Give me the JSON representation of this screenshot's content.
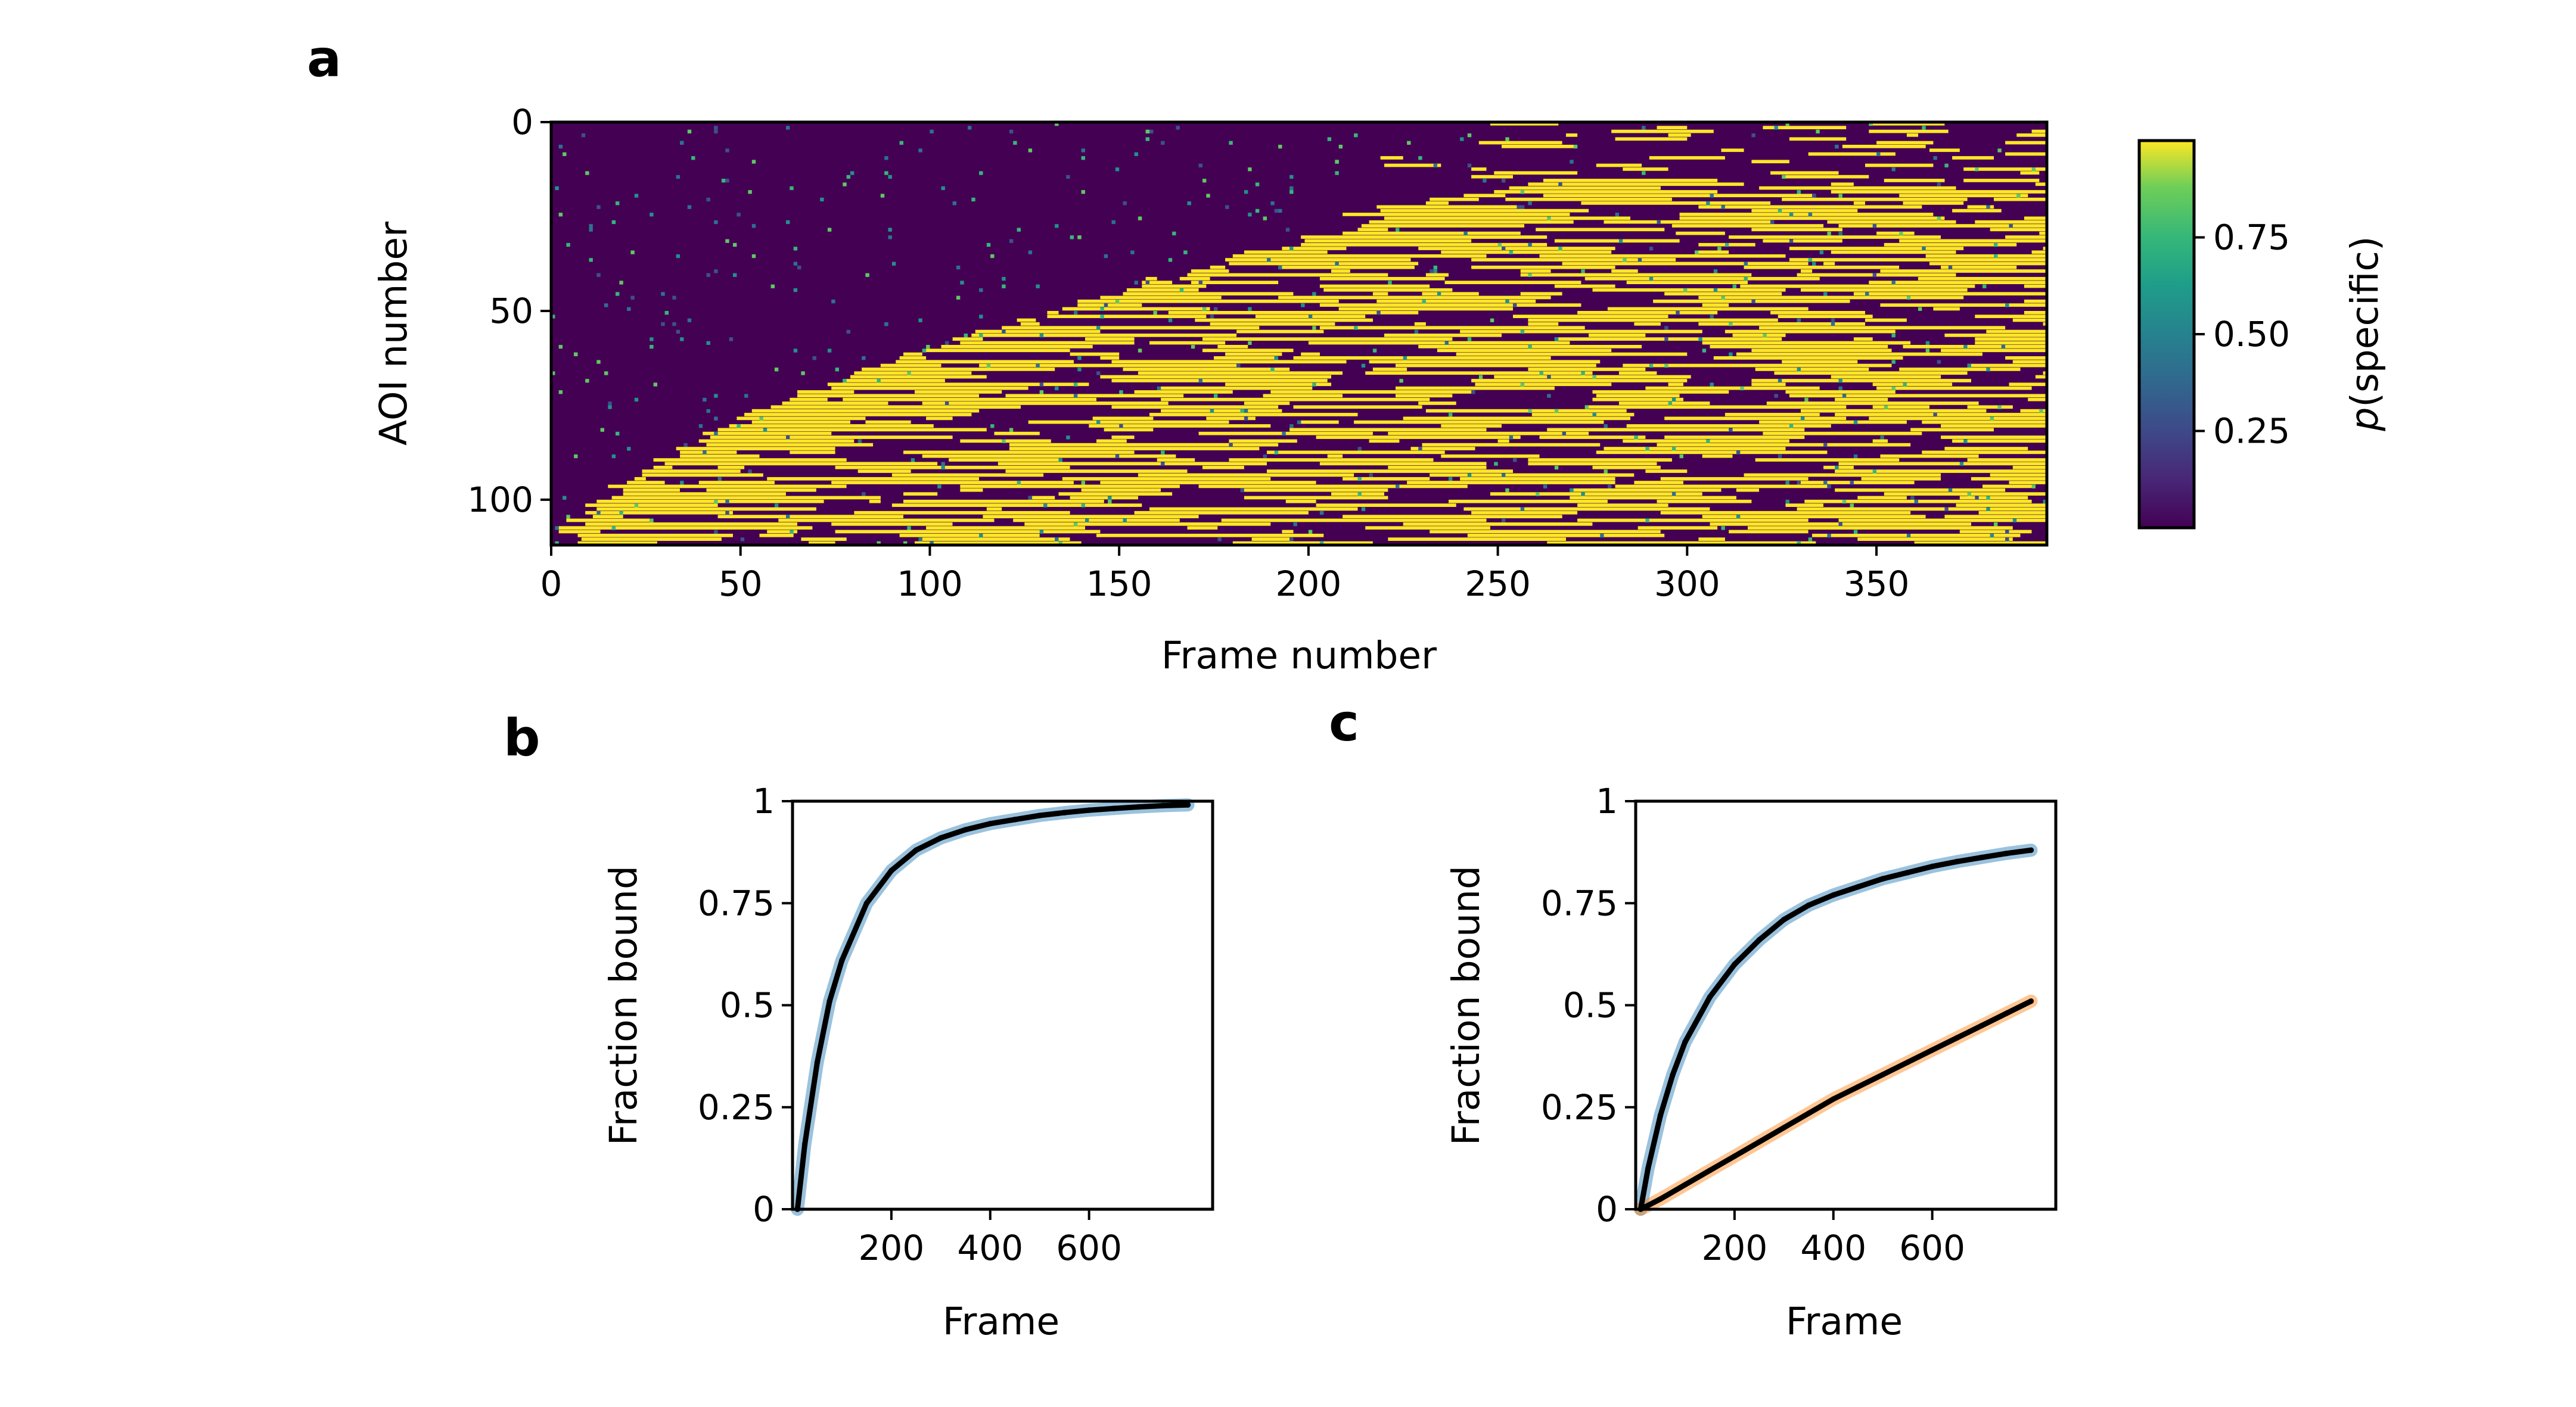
{
  "panel_labels": {
    "a": "a",
    "b": "b",
    "c": "c"
  },
  "colors": {
    "viridis_low": "#440154",
    "viridis_mid": "#21918c",
    "viridis_high": "#fde725",
    "series_blue": "#1f77b4",
    "series_orange": "#ff7f0e",
    "fit_line": "#000000"
  },
  "chart_data": [
    {
      "id": "a",
      "type": "heatmap",
      "xlabel": "Frame number",
      "ylabel": "AOI number",
      "xlim": [
        0,
        395
      ],
      "ylim": [
        112,
        0
      ],
      "xticks": [
        0,
        50,
        100,
        150,
        200,
        250,
        300,
        350
      ],
      "yticks": [
        0,
        50,
        100
      ],
      "colorbar": {
        "label_italic": "p",
        "label_rest": "(specific)",
        "ticks": [
          0.25,
          0.5,
          0.75
        ],
        "tick_labels": [
          "0.25",
          "0.50",
          "0.75"
        ],
        "range": [
          0,
          1
        ],
        "cmap": "viridis"
      },
      "n_aois": 112,
      "n_frames": 395,
      "description_of_values": "per-AOI binding probability; first binding frame increases with AOI index, long yellow (p≈1) bound runs afterwards"
    },
    {
      "id": "b",
      "type": "line",
      "xlabel": "Frame",
      "ylabel": "Fraction bound",
      "xlim": [
        0,
        850
      ],
      "ylim": [
        0,
        1
      ],
      "xticks": [
        200,
        400,
        600
      ],
      "yticks": [
        0,
        0.25,
        0.5,
        0.75,
        1
      ],
      "ytick_labels": [
        "0",
        "0.25",
        "0.5",
        "0.75",
        "1"
      ],
      "series": [
        {
          "color": "#1f77b4",
          "style": "data",
          "x": [
            10,
            25,
            50,
            75,
            100,
            150,
            200,
            250,
            300,
            350,
            400,
            450,
            500,
            550,
            600,
            650,
            700,
            750,
            800
          ],
          "y": [
            0.0,
            0.16,
            0.36,
            0.51,
            0.61,
            0.75,
            0.83,
            0.88,
            0.91,
            0.93,
            0.945,
            0.955,
            0.965,
            0.972,
            0.978,
            0.982,
            0.986,
            0.989,
            0.991
          ]
        },
        {
          "color": "#000000",
          "style": "fit",
          "x": [
            10,
            25,
            50,
            75,
            100,
            150,
            200,
            250,
            300,
            350,
            400,
            450,
            500,
            550,
            600,
            650,
            700,
            750,
            800
          ],
          "y": [
            0.0,
            0.16,
            0.36,
            0.51,
            0.61,
            0.75,
            0.83,
            0.88,
            0.91,
            0.93,
            0.945,
            0.955,
            0.965,
            0.972,
            0.978,
            0.982,
            0.986,
            0.989,
            0.991
          ]
        }
      ]
    },
    {
      "id": "c",
      "type": "line",
      "xlabel": "Frame",
      "ylabel": "Fraction bound",
      "xlim": [
        0,
        850
      ],
      "ylim": [
        0,
        1
      ],
      "xticks": [
        200,
        400,
        600
      ],
      "yticks": [
        0,
        0.25,
        0.5,
        0.75,
        1
      ],
      "ytick_labels": [
        "0",
        "0.25",
        "0.5",
        "0.75",
        "1"
      ],
      "series": [
        {
          "color": "#1f77b4",
          "style": "data",
          "x": [
            10,
            25,
            50,
            75,
            100,
            150,
            200,
            250,
            300,
            350,
            400,
            450,
            500,
            550,
            600,
            650,
            700,
            750,
            800
          ],
          "y": [
            0.0,
            0.1,
            0.23,
            0.33,
            0.41,
            0.52,
            0.6,
            0.66,
            0.71,
            0.745,
            0.77,
            0.79,
            0.81,
            0.825,
            0.84,
            0.852,
            0.862,
            0.872,
            0.88
          ]
        },
        {
          "color": "#000000",
          "style": "fit",
          "x": [
            10,
            25,
            50,
            75,
            100,
            150,
            200,
            250,
            300,
            350,
            400,
            450,
            500,
            550,
            600,
            650,
            700,
            750,
            800
          ],
          "y": [
            0.0,
            0.1,
            0.23,
            0.33,
            0.41,
            0.52,
            0.6,
            0.66,
            0.71,
            0.745,
            0.77,
            0.79,
            0.81,
            0.825,
            0.84,
            0.852,
            0.862,
            0.872,
            0.88
          ]
        },
        {
          "color": "#ff7f0e",
          "style": "data",
          "x": [
            10,
            50,
            100,
            150,
            200,
            250,
            300,
            350,
            400,
            450,
            500,
            550,
            600,
            650,
            700,
            750,
            800
          ],
          "y": [
            0.0,
            0.025,
            0.06,
            0.095,
            0.13,
            0.165,
            0.2,
            0.235,
            0.27,
            0.3,
            0.33,
            0.36,
            0.39,
            0.42,
            0.45,
            0.48,
            0.51
          ]
        },
        {
          "color": "#000000",
          "style": "fit",
          "x": [
            10,
            50,
            100,
            150,
            200,
            250,
            300,
            350,
            400,
            450,
            500,
            550,
            600,
            650,
            700,
            750,
            800
          ],
          "y": [
            0.0,
            0.025,
            0.06,
            0.095,
            0.13,
            0.165,
            0.2,
            0.235,
            0.27,
            0.3,
            0.33,
            0.36,
            0.39,
            0.42,
            0.45,
            0.48,
            0.51
          ]
        }
      ]
    }
  ]
}
